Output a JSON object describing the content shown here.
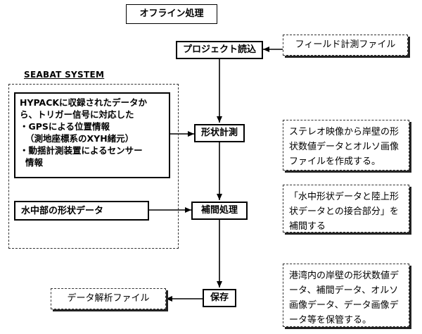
{
  "title": "オフライン処理",
  "process": {
    "project_load": "プロジェクト読込",
    "shape_measure": "形状計測",
    "interpolation": "補間処理",
    "save": "保存"
  },
  "inputs": {
    "field_file": "フィールド計測ファイル",
    "data_file": "データ解析ファイル"
  },
  "seabat": {
    "label": "SEABAT SYSTEM",
    "hypack_lines": [
      "HYPACKに収録されたデータか",
      "ら、トリガー信号に対応した",
      "・GPSによる位置情報",
      "（測地座標系のXYH緒元）",
      "・動揺計測装置によるセンサー",
      "情報"
    ],
    "underwater": "水中部の形状データ"
  },
  "notes": {
    "note1": "ステレオ映像から岸壁の形状数値データとオルソ画像ファイルを作成する。",
    "note2": "「水中形状データと陸上形状データとの接合部分」を補間する",
    "note3": "港湾内の岸壁の形状数値データ、補間データ、オルソ画像データ、データ画像データ等を保管する。"
  }
}
